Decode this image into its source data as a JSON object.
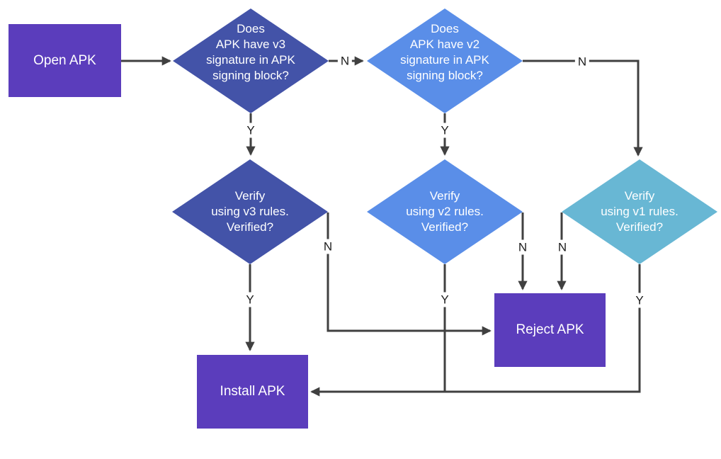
{
  "colors": {
    "background": "#ffffff",
    "node_purple": "#5b3dbc",
    "diamond_indigo": "#4353a8",
    "diamond_blue": "#5a8ee8",
    "diamond_teal": "#68b7d4",
    "connector": "#404040",
    "text_light": "#ffffff",
    "label_text": "#1d1d1d"
  },
  "nodes": {
    "open_apk": {
      "shape": "rectangle",
      "label": "Open APK"
    },
    "q_v3": {
      "shape": "diamond",
      "label": "Does\nAPK have v3\nsignature in APK\nsigning block?"
    },
    "q_v2": {
      "shape": "diamond",
      "label": "Does\nAPK have v2\nsignature in APK\nsigning block?"
    },
    "verify_v3": {
      "shape": "diamond",
      "label": "Verify\nusing v3 rules.\nVerified?"
    },
    "verify_v2": {
      "shape": "diamond",
      "label": "Verify\nusing v2 rules.\nVerified?"
    },
    "verify_v1": {
      "shape": "diamond",
      "label": "Verify\nusing v1 rules.\nVerified?"
    },
    "reject_apk": {
      "shape": "rectangle",
      "label": "Reject APK"
    },
    "install_apk": {
      "shape": "rectangle",
      "label": "Install APK"
    }
  },
  "edges": {
    "open_to_q_v3": {
      "from": "open_apk",
      "to": "q_v3",
      "label": ""
    },
    "q_v3_no": {
      "from": "q_v3",
      "to": "q_v2",
      "label": "N"
    },
    "q_v3_yes": {
      "from": "q_v3",
      "to": "verify_v3",
      "label": "Y"
    },
    "q_v2_no": {
      "from": "q_v2",
      "to": "verify_v1",
      "label": "N"
    },
    "q_v2_yes": {
      "from": "q_v2",
      "to": "verify_v2",
      "label": "Y"
    },
    "verify_v3_no": {
      "from": "verify_v3",
      "to": "reject_apk",
      "label": "N"
    },
    "verify_v3_yes": {
      "from": "verify_v3",
      "to": "install_apk",
      "label": "Y"
    },
    "verify_v2_no": {
      "from": "verify_v2",
      "to": "reject_apk",
      "label": "N"
    },
    "verify_v2_yes": {
      "from": "verify_v2",
      "to": "install_apk",
      "label": "Y"
    },
    "verify_v1_no": {
      "from": "verify_v1",
      "to": "reject_apk",
      "label": "N"
    },
    "verify_v1_yes": {
      "from": "verify_v1",
      "to": "install_apk",
      "label": "Y"
    }
  }
}
